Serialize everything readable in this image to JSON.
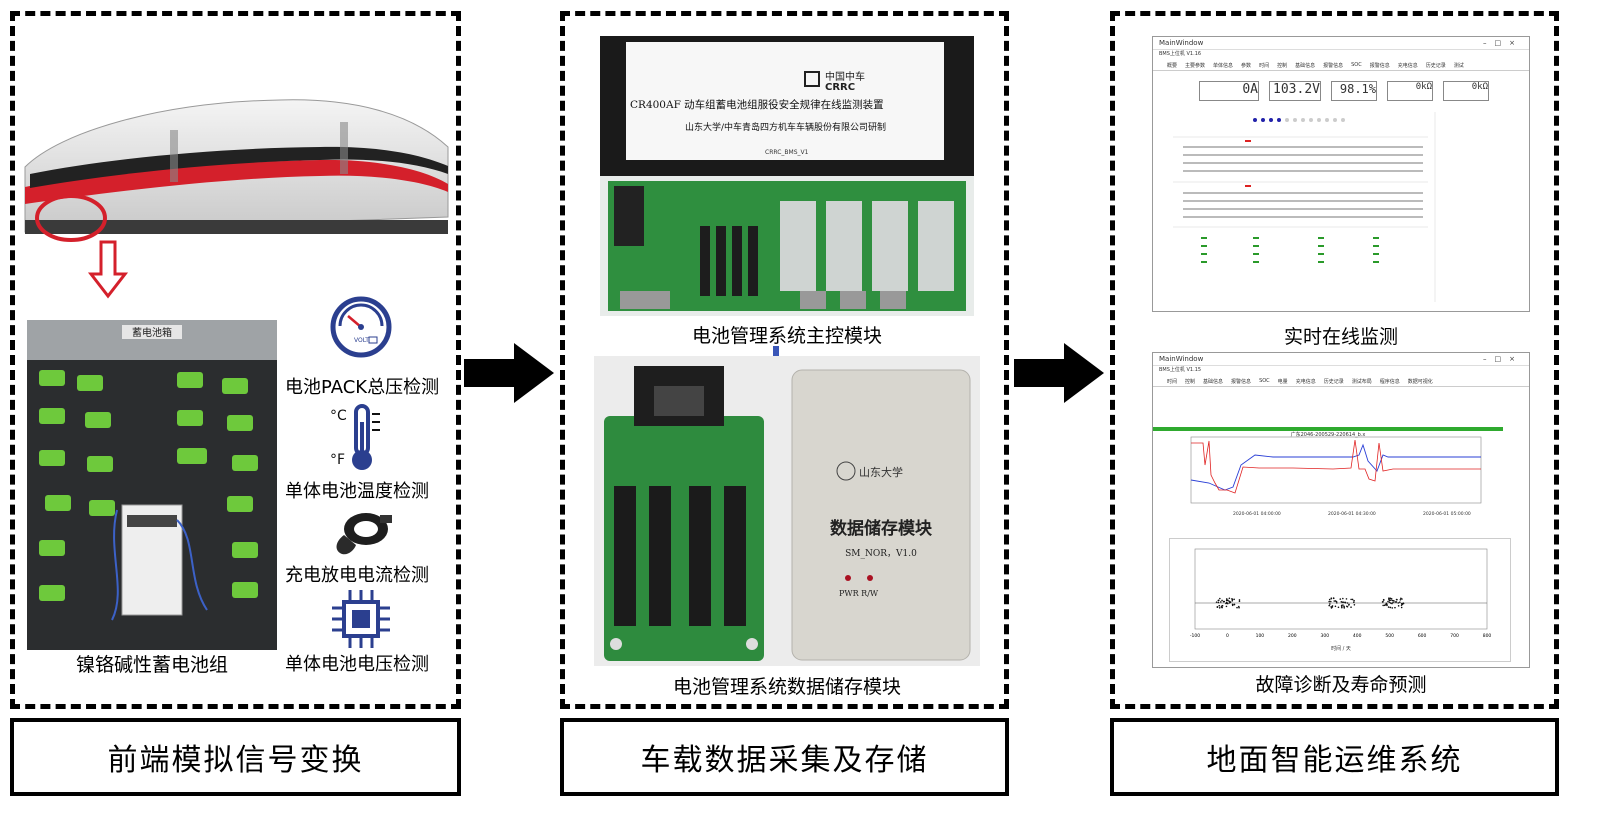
{
  "panels": {
    "left": {
      "title": "前端模拟信号变换",
      "battery_caption": "镍铬碱性蓄电池组",
      "battery_box_label": "蓄电池箱",
      "sensors": [
        {
          "icon": "voltmeter-gauge-icon",
          "label": "电池PACK总压检测"
        },
        {
          "icon": "thermometer-icon",
          "label": "单体电池温度检测"
        },
        {
          "icon": "current-sensor-icon",
          "label": "充电放电电流检测"
        },
        {
          "icon": "chip-icon",
          "label": "单体电池电压检测"
        }
      ],
      "gauge_text": "VOLT"
    },
    "middle": {
      "title": "车载数据采集及存储",
      "main_caption": "电池管理系统主控模块",
      "storage_caption": "电池管理系统数据储存模块",
      "label_device": "CR400AF 动车组蓄电池组服役安全规律在线监测装置",
      "label_org": "山东大学/中车青岛四方机车车辆股份有限公司研制",
      "label_code": "CRRC_BMS_V1",
      "crrc_cn": "中国中车",
      "crrc_en": "CRRC",
      "storage_module_title": "数据储存模块",
      "storage_module_version": "SM_NOR，V1.0",
      "storage_module_leds": "PWR  R/W",
      "storage_module_univ": "山东大学"
    },
    "right": {
      "title": "地面智能运维系统",
      "monitor_caption": "实时在线监测",
      "diagnosis_caption": "故障诊断及寿命预测",
      "window_title": "MainWindow",
      "app_name_1": "BMS上位机 V1.16",
      "app_name_2": "BMS上位机 V1.15",
      "readings": [
        "0A",
        "103.2V",
        "98.1%",
        "0kΩ",
        "0kΩ"
      ],
      "chart1_title": "广东2046-200529-220614_b.x",
      "chart1_dates": [
        "2020-06-01\n04:00:00",
        "2020-06-01\n04:30:00",
        "2020-06-01\n05:00:00"
      ],
      "chart2_xlabel": "时间 / 天",
      "chart2_ticks": [
        "-100",
        "0",
        "100",
        "200",
        "300",
        "400",
        "500",
        "600",
        "700",
        "800"
      ]
    }
  },
  "colors": {
    "gauge_blue": "#2b3f8f",
    "train_red": "#d4202b",
    "green_cells": "#6ec93c",
    "pcb_green": "#2e8b3e",
    "arrow_blue": "#3a56b8"
  }
}
